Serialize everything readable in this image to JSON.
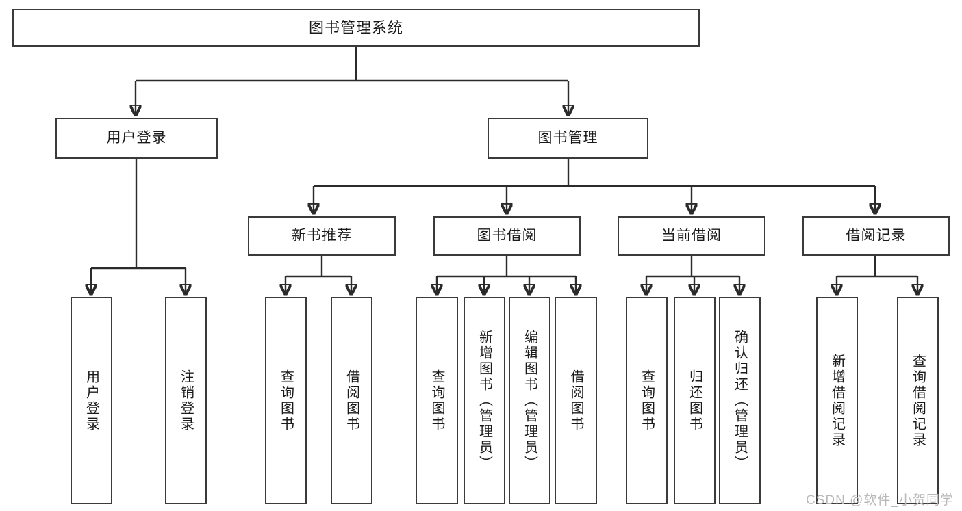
{
  "diagram": {
    "title": "图书管理系统",
    "root": {
      "label": "图书管理系统"
    },
    "level2": [
      {
        "label": "用户登录"
      },
      {
        "label": "图书管理"
      }
    ],
    "level3": [
      {
        "label": "新书推荐"
      },
      {
        "label": "图书借阅"
      },
      {
        "label": "当前借阅"
      },
      {
        "label": "借阅记录"
      }
    ],
    "leaves_user_login": [
      {
        "label": "用户登录"
      },
      {
        "label": "注销登录"
      }
    ],
    "leaves_new_book": [
      {
        "label": "查询图书"
      },
      {
        "label": "借阅图书"
      }
    ],
    "leaves_borrow": [
      {
        "label": "查询图书"
      },
      {
        "label": "新增图书（管理员）"
      },
      {
        "label": "编辑图书（管理员）"
      },
      {
        "label": "借阅图书"
      }
    ],
    "leaves_current": [
      {
        "label": "查询图书"
      },
      {
        "label": "归还图书"
      },
      {
        "label": "确认归还（管理员）"
      }
    ],
    "leaves_record": [
      {
        "label": "新增借阅记录"
      },
      {
        "label": "查询借阅记录"
      }
    ],
    "watermark": "CSDN @软件_小贺同学",
    "colors": {
      "box_border": "#3a3a3a",
      "line": "#2b2b2b",
      "background": "#ffffff",
      "text": "#1a1a1a",
      "watermark": "#b9b9b9"
    }
  }
}
